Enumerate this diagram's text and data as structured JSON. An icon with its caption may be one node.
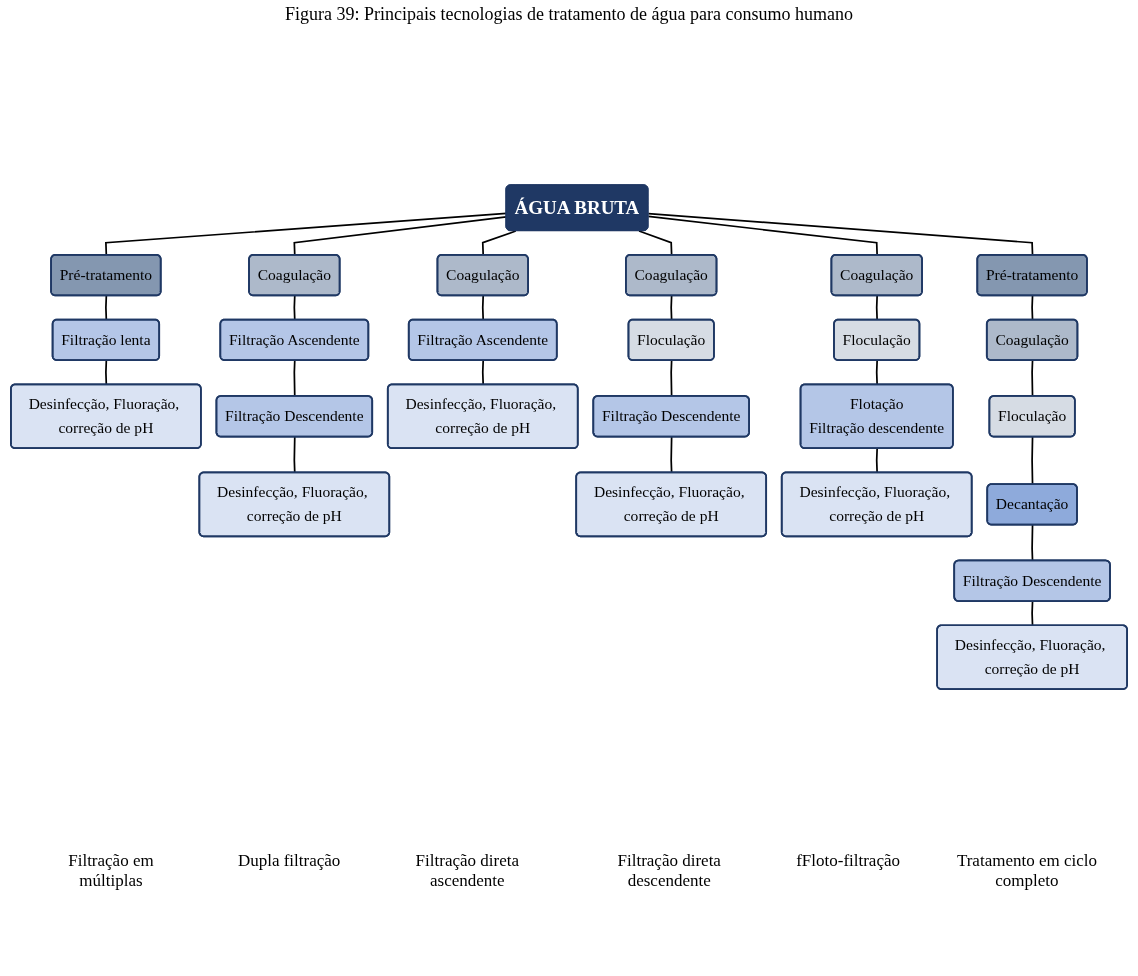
{
  "diagram": {
    "title": "Figura 39: Principais tecnologias de tratamento de água para consumo humano",
    "nodes": [
      {
        "text": [
          "ÁGUA BRUTA"
        ]
      },
      {
        "text": [
          "Pré-tratamento"
        ]
      },
      {
        "text": [
          "Filtração lenta"
        ]
      },
      {
        "text": [
          "Desinfecção, Fluoração, correção de pH"
        ]
      },
      {
        "text": [
          "Coagulação"
        ]
      },
      {
        "text": [
          "Filtração Ascendente"
        ]
      },
      {
        "text": [
          "Filtração Descendente"
        ]
      },
      {
        "text": [
          "Desinfecção, Fluoração, correção de pH"
        ]
      },
      {
        "text": [
          "Coagulação"
        ]
      },
      {
        "text": [
          "Filtração Ascendente"
        ]
      },
      {
        "text": [
          "Desinfecção, Fluoração, correção de pH"
        ]
      },
      {
        "text": [
          "Coagulação"
        ]
      },
      {
        "text": [
          "Floculação"
        ]
      },
      {
        "text": [
          "Filtração Descendente"
        ]
      },
      {
        "text": [
          "Desinfecção, Fluoração, correção de pH"
        ]
      },
      {
        "text": [
          "Coagulação"
        ]
      },
      {
        "text": [
          "Floculação"
        ]
      },
      {
        "text": [
          "Flotação",
          "Filtração descendente"
        ]
      },
      {
        "text": [
          "Desinfecção, Fluoração, correção de pH"
        ]
      },
      {
        "text": [
          "Pré-tratamento"
        ]
      },
      {
        "text": [
          "Coagulação"
        ]
      },
      {
        "text": [
          "Floculação"
        ]
      },
      {
        "text": [
          "Decantação"
        ]
      },
      {
        "text": [
          "Filtração Descendente"
        ]
      },
      {
        "text": [
          "Desinfecção, Fluoração, correção de pH"
        ]
      }
    ],
    "edges": [
      {
        "from": 0,
        "to": 1,
        "arrow": "none"
      },
      {
        "from": 1,
        "to": 2,
        "arrow": "none"
      },
      {
        "from": 2,
        "to": 3,
        "arrow": "none"
      },
      {
        "from": 0,
        "to": 4,
        "arrow": "none"
      },
      {
        "from": 4,
        "to": 5,
        "arrow": "none"
      },
      {
        "from": 5,
        "to": 6,
        "arrow": "none"
      },
      {
        "from": 6,
        "to": 7,
        "arrow": "none"
      },
      {
        "from": 0,
        "to": 8,
        "arrow": "none"
      },
      {
        "from": 8,
        "to": 9,
        "arrow": "none"
      },
      {
        "from": 9,
        "to": 10,
        "arrow": "none"
      },
      {
        "from": 0,
        "to": 11,
        "arrow": "none"
      },
      {
        "from": 11,
        "to": 12,
        "arrow": "none"
      },
      {
        "from": 12,
        "to": 13,
        "arrow": "none"
      },
      {
        "from": 13,
        "to": 14,
        "arrow": "none"
      },
      {
        "from": 0,
        "to": 15,
        "arrow": "none"
      },
      {
        "from": 15,
        "to": 16,
        "arrow": "none"
      },
      {
        "from": 16,
        "to": 17,
        "arrow": "none"
      },
      {
        "from": 17,
        "to": 18,
        "arrow": "none"
      },
      {
        "from": 0,
        "to": 19,
        "arrow": "none"
      },
      {
        "from": 19,
        "to": 20,
        "arrow": "none"
      },
      {
        "from": 20,
        "to": 21,
        "arrow": "none"
      },
      {
        "from": 21,
        "to": 22,
        "arrow": "none"
      },
      {
        "from": 22,
        "to": 23,
        "arrow": "none"
      },
      {
        "from": 23,
        "to": 24,
        "arrow": "none"
      }
    ],
    "labels": [
      "Filtração em múltiplas",
      "Dupla filtração",
      "Filtração direta ascendente",
      "Filtração direta descendente",
      "fFloto-filtração",
      "Tratamento em ciclo completo"
    ]
  }
}
